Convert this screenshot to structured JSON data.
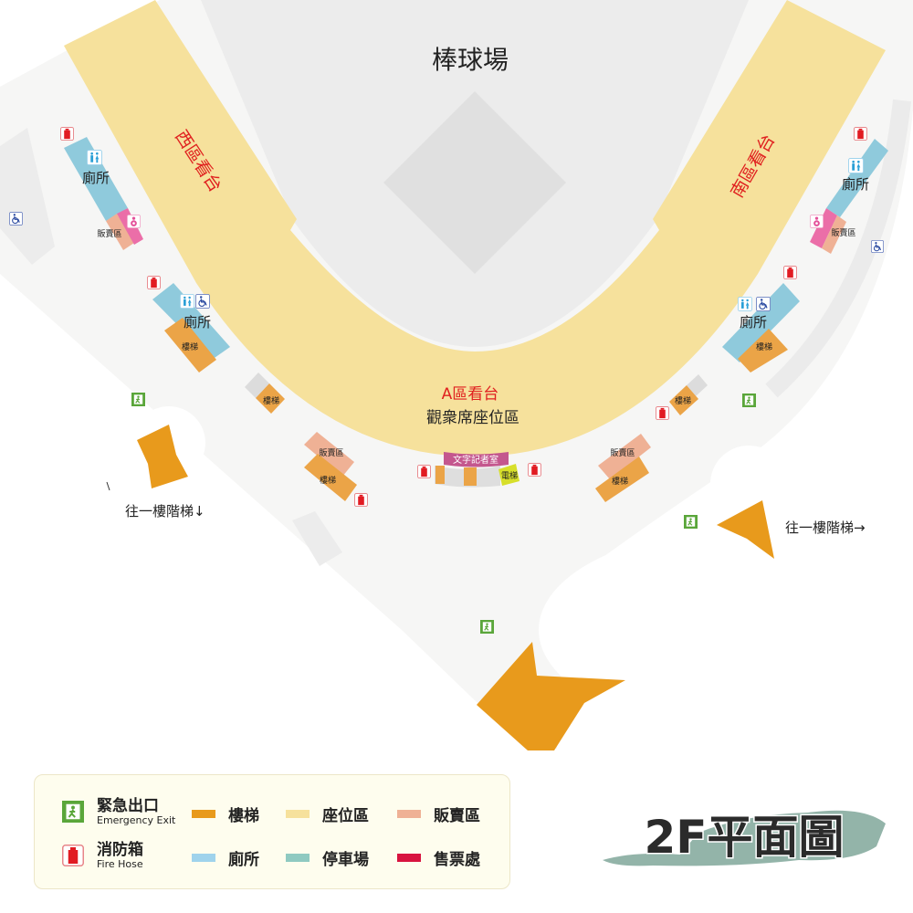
{
  "map": {
    "field_label": "棒球場",
    "west_stand": "西區看台",
    "south_stand": "南區看台",
    "a_stand": "A區看台",
    "a_stand_sub": "觀衆席座位區",
    "press_room": "文字記者室",
    "elevator": "電梯",
    "toilet": "廁所",
    "stairs": "樓梯",
    "concession": "販賣區",
    "to_first_floor_left": "往一樓階梯↓",
    "to_first_floor_right": "往一樓階梯→"
  },
  "legend": {
    "emergency_exit": "緊急出口",
    "emergency_exit_en": "Emergency Exit",
    "fire_hose": "消防箱",
    "fire_hose_en": "Fire Hose",
    "items": [
      {
        "label": "樓梯",
        "color": "#e89a1c"
      },
      {
        "label": "座位區",
        "color": "#f6e19c"
      },
      {
        "label": "販賣區",
        "color": "#efb195"
      },
      {
        "label": "廁所",
        "color": "#9fd3ec"
      },
      {
        "label": "停車場",
        "color": "#8fcac1"
      },
      {
        "label": "售票處",
        "color": "#d8143f"
      }
    ]
  },
  "floor_title": "2F平面圖",
  "colors": {
    "stairs": "#eba447",
    "seating": "#f6e19c",
    "concession": "#efb195",
    "toilet": "#8fcadc",
    "nursing": "#eb6ea8",
    "press": "#c4578e",
    "elevator": "#d7df2a",
    "exit": "#5aa63a",
    "fire": "#e11b22",
    "stand_text": "#e0201f"
  }
}
